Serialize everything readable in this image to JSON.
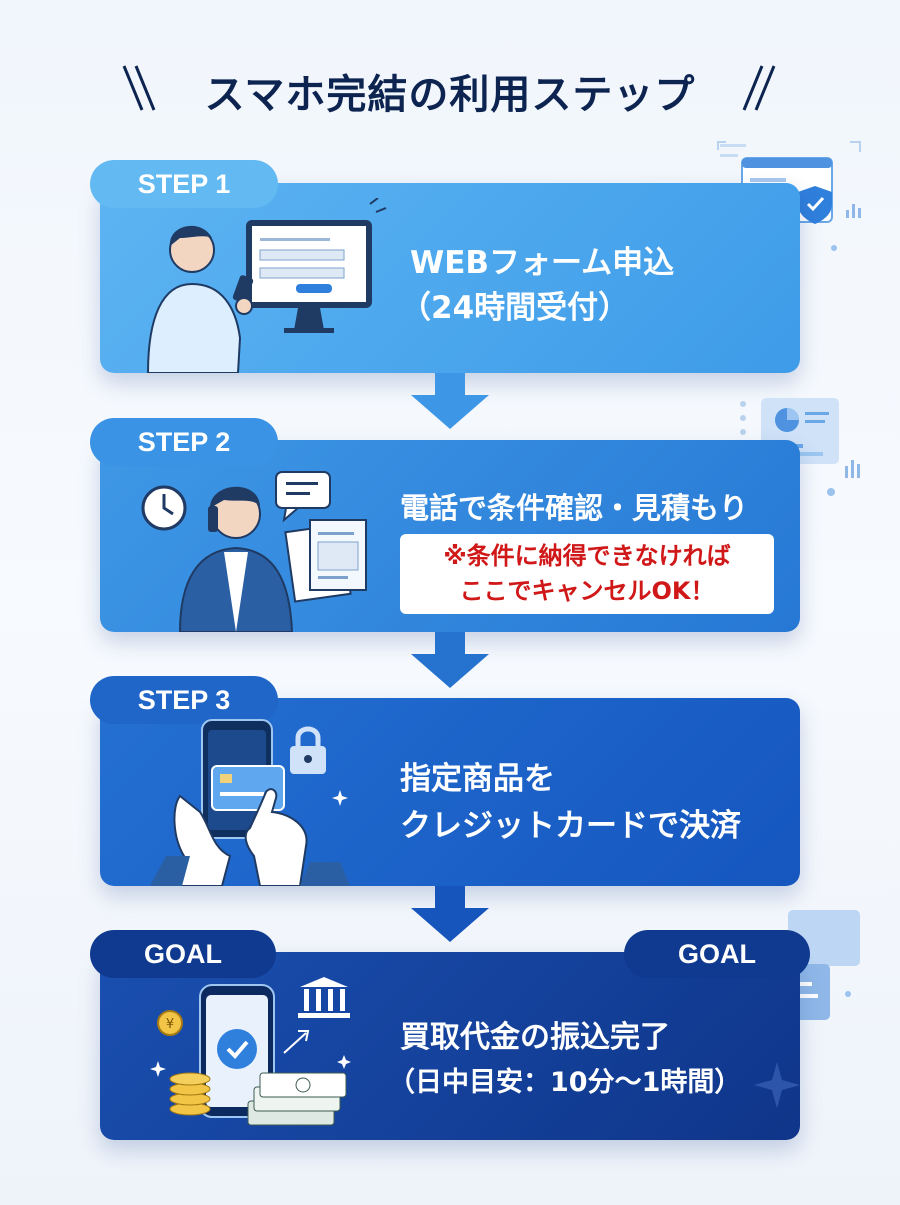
{
  "title": "スマホ完結の利用ステップ",
  "steps": [
    {
      "badge": "STEP 1",
      "lines": [
        "WEBフォーム申込",
        "（24時間受付）"
      ]
    },
    {
      "badge": "STEP 2",
      "lines": [
        "電話で条件確認・見積もり"
      ],
      "note": [
        "※条件に納得できなければ",
        "ここでキャンセルOK！"
      ]
    },
    {
      "badge": "STEP 3",
      "lines": [
        "指定商品を",
        "クレジットカードで決済"
      ]
    },
    {
      "badge": "GOAL",
      "badge_right": "GOAL",
      "lines": [
        "買取代金の振込完了",
        "（日中目安：10分〜1時間）"
      ]
    }
  ],
  "colors": {
    "title": "#0d2451",
    "step1": "#4aa8ee",
    "step2": "#2f86dc",
    "step3": "#1a66cc",
    "goal": "#123f9a",
    "note_text": "#d01818"
  },
  "icons": [
    "person-computer-icon",
    "person-phone-icon",
    "clock-icon",
    "chat-bubble-icon",
    "document-icon",
    "smartphone-card-icon",
    "lock-icon",
    "smartphone-check-icon",
    "bank-icon",
    "yen-coin-icon",
    "banknote-stack-icon",
    "browser-shield-icon",
    "chart-panel-icon"
  ]
}
